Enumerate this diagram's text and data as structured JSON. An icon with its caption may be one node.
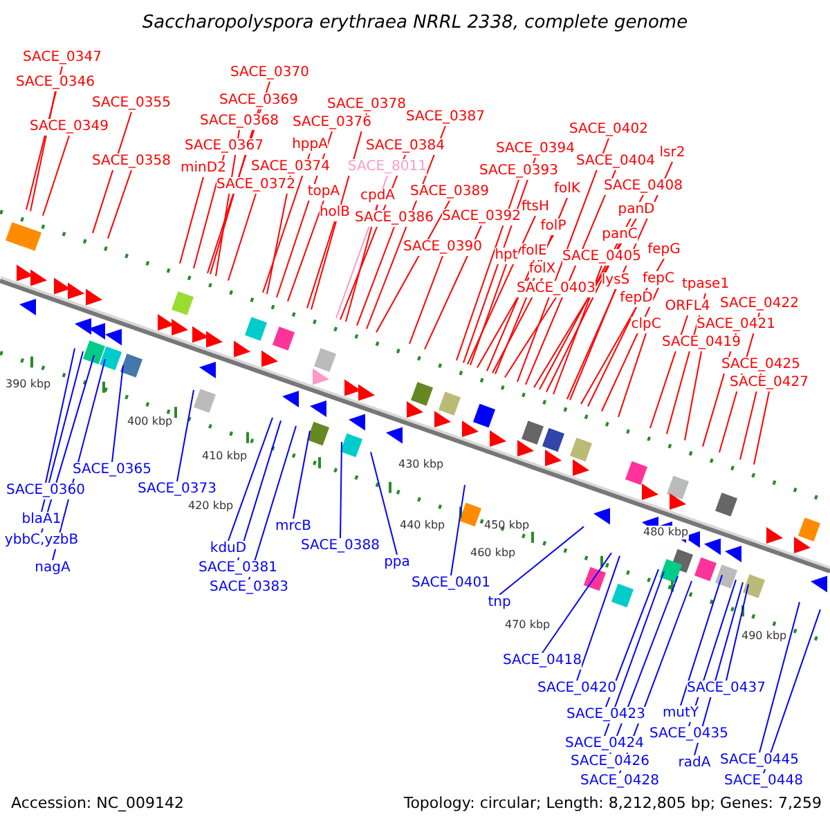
{
  "diagram": {
    "title": "Saccharopolyspora erythraea NRRL 2338, complete genome",
    "nodes": [
      {
        "text": [
          "SACE_0347"
        ]
      },
      {
        "text": [
          "SACE_0346"
        ]
      },
      {
        "text": [
          "SACE_0349"
        ]
      },
      {
        "text": [
          "SACE_0355"
        ]
      },
      {
        "text": [
          "SACE_0358"
        ]
      },
      {
        "text": [
          "SACE_0370"
        ]
      },
      {
        "text": [
          "SACE_0369"
        ]
      },
      {
        "text": [
          "SACE_0368"
        ]
      },
      {
        "text": [
          "SACE_0367"
        ]
      },
      {
        "text": [
          "minD2"
        ]
      },
      {
        "text": [
          "SACE_0374"
        ]
      },
      {
        "text": [
          "SACE_0372"
        ]
      },
      {
        "text": [
          "SACE_0376"
        ]
      },
      {
        "text": [
          "SACE_0378"
        ]
      },
      {
        "text": [
          "hppA"
        ]
      },
      {
        "text": [
          "topA"
        ]
      },
      {
        "text": [
          "holB"
        ]
      },
      {
        "text": [
          "SACE_8011"
        ]
      },
      {
        "text": [
          "SACE_0384"
        ]
      },
      {
        "text": [
          "cpdA"
        ]
      },
      {
        "text": [
          "SACE_0386"
        ]
      },
      {
        "text": [
          "SACE_0387"
        ]
      },
      {
        "text": [
          "SACE_0389"
        ]
      },
      {
        "text": [
          "SACE_0392"
        ]
      },
      {
        "text": [
          "SACE_0390"
        ]
      },
      {
        "text": [
          "SACE_0394"
        ]
      },
      {
        "text": [
          "SACE_0393"
        ]
      },
      {
        "text": [
          "ftsH"
        ]
      },
      {
        "text": [
          "folK"
        ]
      },
      {
        "text": [
          "folP"
        ]
      },
      {
        "text": [
          "hpt"
        ]
      },
      {
        "text": [
          "folE"
        ]
      },
      {
        "text": [
          "folX"
        ]
      },
      {
        "text": [
          "SACE_0403"
        ]
      },
      {
        "text": [
          "SACE_0402"
        ]
      },
      {
        "text": [
          "SACE_0404"
        ]
      },
      {
        "text": [
          "SACE_0408"
        ]
      },
      {
        "text": [
          "panD"
        ]
      },
      {
        "text": [
          "panC"
        ]
      },
      {
        "text": [
          "SACE_0405"
        ]
      },
      {
        "text": [
          "lysS"
        ]
      },
      {
        "text": [
          "lsr2"
        ]
      },
      {
        "text": [
          "fepG"
        ]
      },
      {
        "text": [
          "fepC"
        ]
      },
      {
        "text": [
          "fepD"
        ]
      },
      {
        "text": [
          "clpC"
        ]
      },
      {
        "text": [
          "tpase1"
        ]
      },
      {
        "text": [
          "ORFL4"
        ]
      },
      {
        "text": [
          "SACE_0422"
        ]
      },
      {
        "text": [
          "SACE_0421"
        ]
      },
      {
        "text": [
          "SACE_0419"
        ]
      },
      {
        "text": [
          "SACE_0425"
        ]
      },
      {
        "text": [
          "SACE_0427"
        ]
      },
      {
        "text": [
          "SACE_0360"
        ]
      },
      {
        "text": [
          "blaA1"
        ]
      },
      {
        "text": [
          "ybbC,yzbB"
        ]
      },
      {
        "text": [
          "nagA"
        ]
      },
      {
        "text": [
          "SACE_0365"
        ]
      },
      {
        "text": [
          "SACE_0373"
        ]
      },
      {
        "text": [
          "kduD"
        ]
      },
      {
        "text": [
          "SACE_0381"
        ]
      },
      {
        "text": [
          "SACE_0383"
        ]
      },
      {
        "text": [
          "mrcB"
        ]
      },
      {
        "text": [
          "SACE_0388"
        ]
      },
      {
        "text": [
          "ppa"
        ]
      },
      {
        "text": [
          "SACE_0401"
        ]
      },
      {
        "text": [
          "tnp"
        ]
      },
      {
        "text": [
          "SACE_0418"
        ]
      },
      {
        "text": [
          "SACE_0420"
        ]
      },
      {
        "text": [
          "SACE_0423"
        ]
      },
      {
        "text": [
          "SACE_0424"
        ]
      },
      {
        "text": [
          "SACE_0426"
        ]
      },
      {
        "text": [
          "SACE_0428"
        ]
      },
      {
        "text": [
          "mutY"
        ]
      },
      {
        "text": [
          "SACE_0437"
        ]
      },
      {
        "text": [
          "SACE_0435"
        ]
      },
      {
        "text": [
          "radA"
        ]
      },
      {
        "text": [
          "SACE_0445"
        ]
      },
      {
        "text": [
          "SACE_0448"
        ]
      }
    ],
    "edges": [
      {
        "from": 0,
        "to": null,
        "arrow": "none"
      },
      {
        "from": 1,
        "to": null,
        "arrow": "none"
      },
      {
        "from": 2,
        "to": null,
        "arrow": "none"
      },
      {
        "from": 3,
        "to": null,
        "arrow": "none"
      },
      {
        "from": 4,
        "to": null,
        "arrow": "none"
      },
      {
        "from": 5,
        "to": null,
        "arrow": "none"
      },
      {
        "from": 6,
        "to": null,
        "arrow": "none"
      },
      {
        "from": 7,
        "to": null,
        "arrow": "none"
      },
      {
        "from": 8,
        "to": null,
        "arrow": "none"
      },
      {
        "from": 9,
        "to": null,
        "arrow": "none"
      },
      {
        "from": 10,
        "to": null,
        "arrow": "none"
      },
      {
        "from": 11,
        "to": null,
        "arrow": "none"
      },
      {
        "from": 12,
        "to": null,
        "arrow": "none"
      },
      {
        "from": 13,
        "to": null,
        "arrow": "none"
      },
      {
        "from": 14,
        "to": null,
        "arrow": "none"
      },
      {
        "from": 15,
        "to": null,
        "arrow": "none"
      },
      {
        "from": 16,
        "to": null,
        "arrow": "none"
      },
      {
        "from": 17,
        "to": null,
        "arrow": "none",
        "color": "#ff99cc"
      },
      {
        "from": 18,
        "to": null,
        "arrow": "none"
      },
      {
        "from": 19,
        "to": null,
        "arrow": "none"
      },
      {
        "from": 20,
        "to": null,
        "arrow": "none"
      },
      {
        "from": 21,
        "to": null,
        "arrow": "none"
      },
      {
        "from": 22,
        "to": null,
        "arrow": "none"
      },
      {
        "from": 23,
        "to": null,
        "arrow": "none"
      },
      {
        "from": 24,
        "to": null,
        "arrow": "none"
      },
      {
        "from": 25,
        "to": null,
        "arrow": "none"
      },
      {
        "from": 26,
        "to": null,
        "arrow": "none"
      },
      {
        "from": 27,
        "to": null,
        "arrow": "none"
      },
      {
        "from": 28,
        "to": null,
        "arrow": "none"
      },
      {
        "from": 29,
        "to": null,
        "arrow": "none"
      },
      {
        "from": 30,
        "to": null,
        "arrow": "none"
      },
      {
        "from": 31,
        "to": null,
        "arrow": "none"
      },
      {
        "from": 32,
        "to": null,
        "arrow": "none"
      },
      {
        "from": 33,
        "to": null,
        "arrow": "none"
      },
      {
        "from": 34,
        "to": null,
        "arrow": "none"
      },
      {
        "from": 35,
        "to": null,
        "arrow": "none"
      },
      {
        "from": 36,
        "to": null,
        "arrow": "none"
      },
      {
        "from": 37,
        "to": null,
        "arrow": "none"
      },
      {
        "from": 38,
        "to": null,
        "arrow": "none"
      },
      {
        "from": 39,
        "to": null,
        "arrow": "none"
      },
      {
        "from": 40,
        "to": null,
        "arrow": "none"
      },
      {
        "from": 41,
        "to": null,
        "arrow": "none"
      },
      {
        "from": 42,
        "to": null,
        "arrow": "none"
      },
      {
        "from": 43,
        "to": null,
        "arrow": "none"
      },
      {
        "from": 44,
        "to": null,
        "arrow": "none"
      },
      {
        "from": 45,
        "to": null,
        "arrow": "none"
      },
      {
        "from": 46,
        "to": null,
        "arrow": "none"
      },
      {
        "from": 47,
        "to": null,
        "arrow": "none"
      },
      {
        "from": 48,
        "to": null,
        "arrow": "none"
      },
      {
        "from": 49,
        "to": null,
        "arrow": "none"
      },
      {
        "from": 50,
        "to": null,
        "arrow": "none"
      },
      {
        "from": 51,
        "to": null,
        "arrow": "none"
      },
      {
        "from": 52,
        "to": null,
        "arrow": "none"
      },
      {
        "from": 53,
        "to": null,
        "arrow": "none",
        "color": "#0000ff"
      },
      {
        "from": 54,
        "to": null,
        "arrow": "none",
        "color": "#0000ff"
      },
      {
        "from": 55,
        "to": null,
        "arrow": "none",
        "color": "#0000ff"
      },
      {
        "from": 56,
        "to": null,
        "arrow": "none",
        "color": "#0000ff"
      },
      {
        "from": 57,
        "to": null,
        "arrow": "none",
        "color": "#0000ff"
      },
      {
        "from": 58,
        "to": null,
        "arrow": "none",
        "color": "#0000ff"
      },
      {
        "from": 59,
        "to": null,
        "arrow": "none",
        "color": "#0000ff"
      },
      {
        "from": 60,
        "to": null,
        "arrow": "none",
        "color": "#0000ff"
      },
      {
        "from": 61,
        "to": null,
        "arrow": "none",
        "color": "#0000ff"
      },
      {
        "from": 62,
        "to": null,
        "arrow": "none",
        "color": "#0000ff"
      },
      {
        "from": 63,
        "to": null,
        "arrow": "none",
        "color": "#0000ff"
      },
      {
        "from": 64,
        "to": null,
        "arrow": "none",
        "color": "#0000ff"
      },
      {
        "from": 65,
        "to": null,
        "arrow": "none",
        "color": "#0000ff"
      },
      {
        "from": 66,
        "to": null,
        "arrow": "none",
        "color": "#0000ff"
      },
      {
        "from": 67,
        "to": null,
        "arrow": "none",
        "color": "#0000ff"
      },
      {
        "from": 68,
        "to": null,
        "arrow": "none",
        "color": "#0000ff"
      },
      {
        "from": 69,
        "to": null,
        "arrow": "none",
        "color": "#0000ff"
      },
      {
        "from": 70,
        "to": null,
        "arrow": "none",
        "color": "#0000ff"
      },
      {
        "from": 71,
        "to": null,
        "arrow": "none",
        "color": "#0000ff"
      },
      {
        "from": 72,
        "to": null,
        "arrow": "none",
        "color": "#0000ff"
      },
      {
        "from": 73,
        "to": null,
        "arrow": "none",
        "color": "#0000ff"
      },
      {
        "from": 74,
        "to": null,
        "arrow": "none",
        "color": "#0000ff"
      },
      {
        "from": 75,
        "to": null,
        "arrow": "none",
        "color": "#0000ff"
      },
      {
        "from": 76,
        "to": null,
        "arrow": "none",
        "color": "#0000ff"
      },
      {
        "from": 77,
        "to": null,
        "arrow": "none",
        "color": "#0000ff"
      },
      {
        "from": 78,
        "to": null,
        "arrow": "none",
        "color": "#0000ff"
      }
    ],
    "labels": [
      "390 kbp",
      "400 kbp",
      "410 kbp",
      "420 kbp",
      "430 kbp",
      "440 kbp",
      "450 kbp",
      "460 kbp",
      "470 kbp",
      "480 kbp",
      "490 kbp",
      "Accession: NC_009142",
      "Topology: circular; Length: 8,212,805 bp; Genes: 7,259"
    ]
  }
}
